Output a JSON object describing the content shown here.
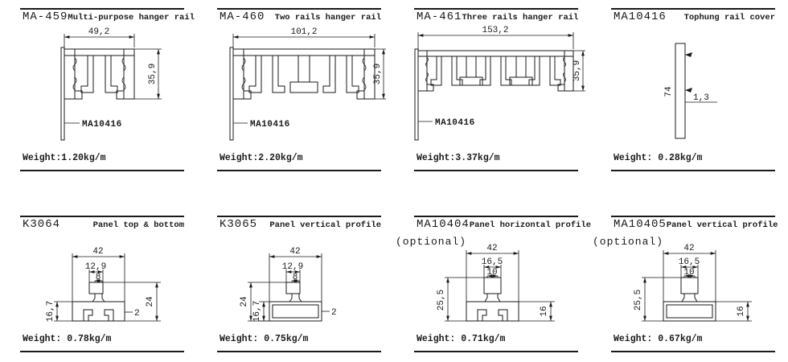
{
  "page": {
    "background": "#ffffff",
    "line_color": "#1a1a1a"
  },
  "cells": [
    {
      "code": "MA-459",
      "description": "Multi-purpose hanger rail",
      "weight": "Weight:1.20kg/m",
      "dims": {
        "width": "49,2",
        "height": "35,9",
        "part": "MA10416"
      }
    },
    {
      "code": "MA-460",
      "description": "Two rails hanger rail",
      "weight": "Weight:2.20kg/m",
      "dims": {
        "width": "101,2",
        "height": "35,9",
        "part": "MA10416"
      }
    },
    {
      "code": "MA-461",
      "description": "Three rails hanger rail",
      "weight": "Weight:3.37kg/m",
      "dims": {
        "width": "153,2",
        "height": "35,9",
        "part": "MA10416"
      }
    },
    {
      "code": "MA10416",
      "description": "Tophung rail cover",
      "weight": "Weight: 0.28kg/m",
      "dims": {
        "height": "74",
        "thickness": "1,3"
      }
    },
    {
      "code": "K3064",
      "description": "Panel top & bottom",
      "weight": "Weight: 0.78kg/m",
      "dims": {
        "width": "42",
        "head": "12,9",
        "neck": "8",
        "base_height": "16,7",
        "total_height": "24",
        "thickness": "2"
      }
    },
    {
      "code": "K3065",
      "description": "Panel vertical profile",
      "weight": "Weight: 0.75kg/m",
      "dims": {
        "width": "42",
        "head": "12,9",
        "neck": "8",
        "total_height": "24",
        "base_height": "16,7",
        "thickness": "2"
      }
    },
    {
      "code": "MA10404",
      "optional": "(optional)",
      "description": "Panel horizontal profile",
      "weight": "Weight: 0.71kg/m",
      "dims": {
        "width": "42",
        "head": "16,5",
        "neck": "10",
        "total_height": "25,5",
        "base_height": "16"
      }
    },
    {
      "code": "MA10405",
      "optional": "(optional)",
      "description": "Panel vertical profile",
      "weight": "Weight: 0.67kg/m",
      "dims": {
        "width": "42",
        "head": "16,5",
        "neck": "10",
        "total_height": "25,5",
        "base_height": "16"
      }
    }
  ]
}
